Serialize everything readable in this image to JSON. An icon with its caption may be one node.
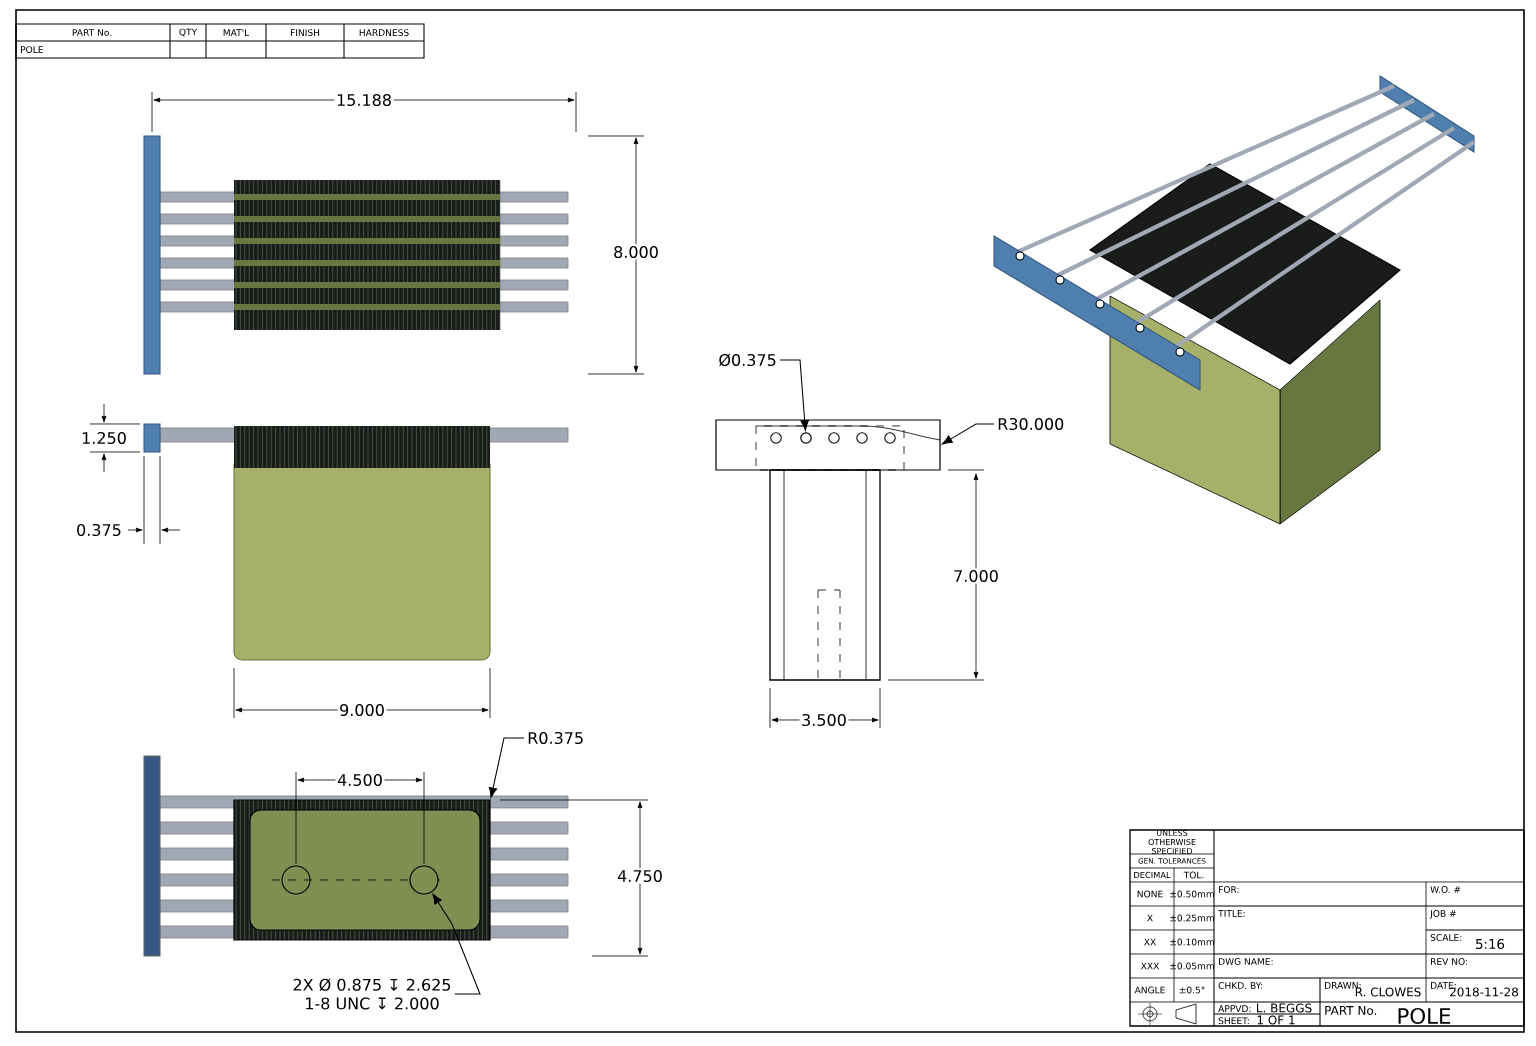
{
  "diagram": {
    "nodes": [
      {
        "text": [
          "Ø0.375"
        ]
      },
      {
        "text": [
          "R30.000"
        ]
      },
      {
        "text": [
          "R0.375"
        ]
      },
      {
        "text": [
          "2X Ø 0.875 ↧ 2.625",
          "1-8 UNC ↧ 2.000"
        ]
      },
      {
        "text": [],
        "shape": "box"
      },
      {
        "text": [],
        "shape": "circle",
        "in": 4
      },
      {
        "text": [],
        "shape": "box"
      },
      {
        "text": [],
        "shape": "circle",
        "in": 6
      }
    ],
    "edges": [
      {
        "from": 0,
        "to": 5,
        "arrow": "to"
      },
      {
        "from": 1,
        "to": 4,
        "arrow": "to"
      },
      {
        "from": 2,
        "to": 6,
        "arrow": "to"
      },
      {
        "from": 3,
        "to": 7,
        "arrow": "to"
      }
    ],
    "labels": [
      "PART No.",
      "QTY",
      "MAT'L",
      "FINISH",
      "HARDNESS",
      "POLE",
      "15.188",
      "8.000",
      "1.250",
      "0.375",
      "9.000",
      "7.000",
      "3.500",
      "4.500",
      "4.750",
      "UNLESS OTHERWISE SPECIFIED",
      "GEN. TOLERANCES",
      "DECIMAL",
      "TOL.",
      "NONE",
      "±0.50mm",
      "X",
      "±0.25mm",
      "XX",
      "±0.10mm",
      "XXX",
      "±0.05mm",
      "ANGLE",
      "±0.5°",
      "FOR:",
      "W.O. #",
      "TITLE:",
      "JOB #",
      "SCALE:",
      "5:16",
      "DWG NAME:",
      "REV NO:",
      "CHKD. BY:",
      "DRAWN:",
      "R. CLOWES",
      "DATE:",
      "2018-11-28",
      "APPVD:",
      "L. BEGGS",
      "PART No.",
      "SHEET:",
      "1 OF 1",
      "POLE"
    ]
  }
}
